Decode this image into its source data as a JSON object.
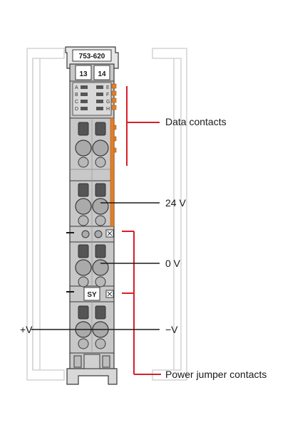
{
  "module": {
    "part_number": "753-620",
    "terminal_left": "13",
    "terminal_right": "14",
    "led_letters_left": [
      "A",
      "B",
      "C",
      "D"
    ],
    "led_letters_right": [
      "E",
      "F",
      "G",
      "H"
    ],
    "marker_label": "SY"
  },
  "callouts": {
    "data_contacts": "Data contacts",
    "voltage_24": "24 V",
    "voltage_0": "0 V",
    "plus_v": "+V",
    "minus_v": "−V",
    "power_jumper_contacts": "Power jumper contacts"
  },
  "colors": {
    "housing": "#c8c8c8",
    "housing_dark": "#a9a9a9",
    "outline": "#3a3a3a",
    "accent_orange": "#e0802a",
    "leader_red": "#d61f26",
    "ghost_outline": "#d4d4d4"
  }
}
